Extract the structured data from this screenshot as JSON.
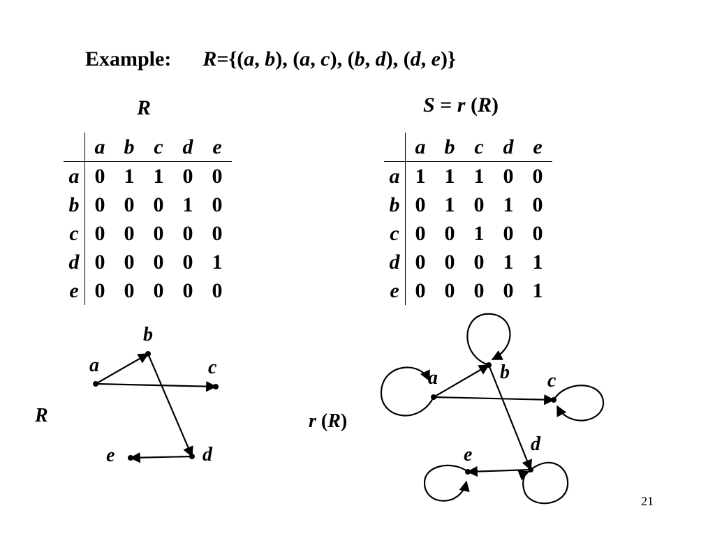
{
  "title": {
    "label": "Example:",
    "set_symbol": "R",
    "set_body": "={(a, b), (a, c), (b, d), (d, e)}"
  },
  "left_matrix": {
    "caption": "R",
    "cols": [
      "a",
      "b",
      "c",
      "d",
      "e"
    ],
    "rows": [
      {
        "label": "a",
        "values": [
          "0",
          "1",
          "1",
          "0",
          "0"
        ]
      },
      {
        "label": "b",
        "values": [
          "0",
          "0",
          "0",
          "1",
          "0"
        ]
      },
      {
        "label": "c",
        "values": [
          "0",
          "0",
          "0",
          "0",
          "0"
        ]
      },
      {
        "label": "d",
        "values": [
          "0",
          "0",
          "0",
          "0",
          "1"
        ]
      },
      {
        "label": "e",
        "values": [
          "0",
          "0",
          "0",
          "0",
          "0"
        ]
      }
    ]
  },
  "right_matrix": {
    "caption": "S = r (R)",
    "cols": [
      "a",
      "b",
      "c",
      "d",
      "e"
    ],
    "rows": [
      {
        "label": "a",
        "values": [
          "1",
          "1",
          "1",
          "0",
          "0"
        ]
      },
      {
        "label": "b",
        "values": [
          "0",
          "1",
          "0",
          "1",
          "0"
        ]
      },
      {
        "label": "c",
        "values": [
          "0",
          "0",
          "1",
          "0",
          "0"
        ]
      },
      {
        "label": "d",
        "values": [
          "0",
          "0",
          "0",
          "1",
          "1"
        ]
      },
      {
        "label": "e",
        "values": [
          "0",
          "0",
          "0",
          "0",
          "1"
        ]
      }
    ]
  },
  "left_graph": {
    "caption": "R",
    "nodes": [
      "a",
      "b",
      "c",
      "d",
      "e"
    ],
    "edges": [
      [
        "a",
        "b"
      ],
      [
        "a",
        "c"
      ],
      [
        "b",
        "d"
      ],
      [
        "d",
        "e"
      ]
    ]
  },
  "right_graph": {
    "caption": "r (R)",
    "nodes": [
      "a",
      "b",
      "c",
      "d",
      "e"
    ],
    "edges": [
      [
        "a",
        "b"
      ],
      [
        "a",
        "c"
      ],
      [
        "b",
        "d"
      ],
      [
        "d",
        "e"
      ]
    ],
    "loops": [
      "a",
      "b",
      "c",
      "d",
      "e"
    ]
  },
  "page_number": "21"
}
